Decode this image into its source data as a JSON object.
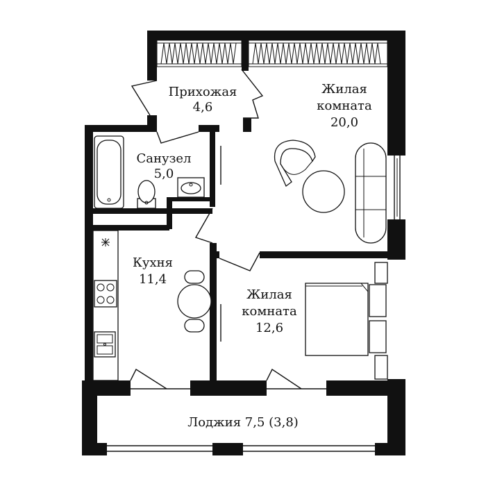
{
  "rooms": {
    "hallway": {
      "name": "Прихожая",
      "area": "4,6"
    },
    "living_large": {
      "name_line1": "Жилая",
      "name_line2": "комната",
      "area": "20,0"
    },
    "bathroom": {
      "name": "Санузел",
      "area": "5,0"
    },
    "kitchen": {
      "name": "Кухня",
      "area": "11,4"
    },
    "living_small": {
      "name_line1": "Жилая",
      "name_line2": "комната",
      "area": "12,6"
    },
    "loggia": {
      "text": "Лоджия 7,5 (3,8)"
    }
  },
  "colors": {
    "wall": "#111111",
    "background": "#ffffff"
  },
  "icons": {
    "hood": "asterisk-hood-icon",
    "stove": "stove-icon",
    "sink": "sink-icon",
    "toilet": "toilet-icon",
    "bathtub": "bathtub-icon"
  }
}
